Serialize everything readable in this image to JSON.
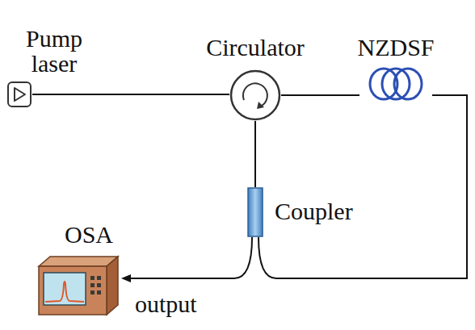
{
  "diagram": {
    "nodes": [
      {
        "text": [
          "Pump laser"
        ]
      },
      {
        "text": [
          "Circulator"
        ]
      },
      {
        "text": [
          "NZDSF"
        ]
      },
      {
        "text": [
          "Coupler"
        ]
      },
      {
        "text": [
          "OSA"
        ]
      }
    ],
    "edges": [
      {
        "from": 0,
        "to": 1,
        "arrow": "none"
      },
      {
        "from": 1,
        "to": 2,
        "arrow": "none"
      },
      {
        "from": 2,
        "to": 3,
        "arrow": "none"
      },
      {
        "from": 1,
        "to": 3,
        "arrow": "none"
      },
      {
        "from": 3,
        "to": 4,
        "arrow": "to",
        "label": "output"
      }
    ]
  }
}
